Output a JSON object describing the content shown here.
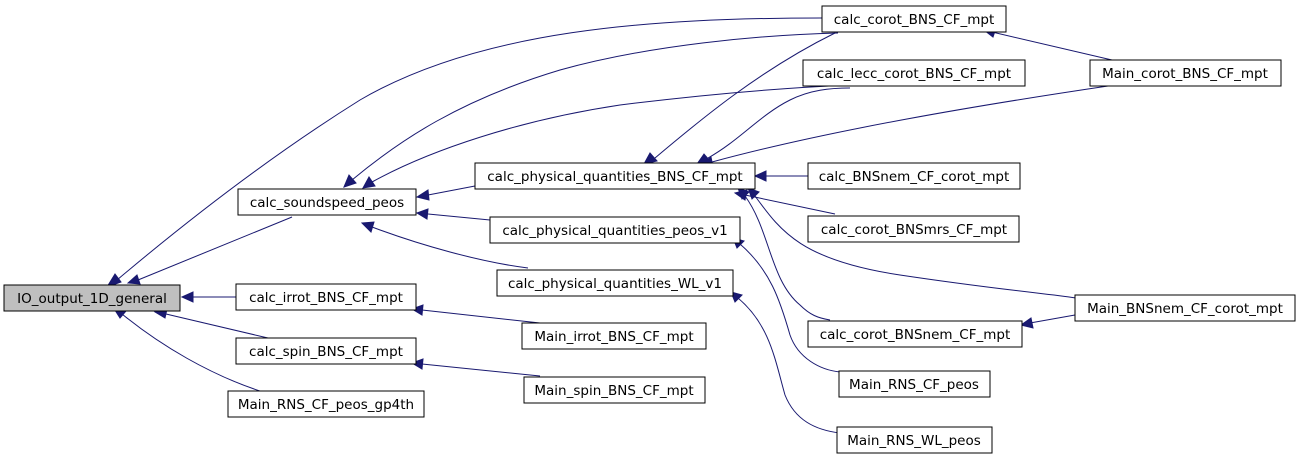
{
  "graph": {
    "nodes": [
      {
        "id": "io_output",
        "label": "IO_output_1D_general"
      },
      {
        "id": "soundspeed",
        "label": "calc_soundspeed_peos"
      },
      {
        "id": "irrot",
        "label": "calc_irrot_BNS_CF_mpt"
      },
      {
        "id": "spin",
        "label": "calc_spin_BNS_CF_mpt"
      },
      {
        "id": "main_rns_gp4th",
        "label": "Main_RNS_CF_peos_gp4th"
      },
      {
        "id": "pq_bns",
        "label": "calc_physical_quantities_BNS_CF_mpt"
      },
      {
        "id": "pq_peos",
        "label": "calc_physical_quantities_peos_v1"
      },
      {
        "id": "pq_wl",
        "label": "calc_physical_quantities_WL_v1"
      },
      {
        "id": "main_irrot",
        "label": "Main_irrot_BNS_CF_mpt"
      },
      {
        "id": "main_spin",
        "label": "Main_spin_BNS_CF_mpt"
      },
      {
        "id": "corot",
        "label": "calc_corot_BNS_CF_mpt"
      },
      {
        "id": "lecc",
        "label": "calc_lecc_corot_BNS_CF_mpt"
      },
      {
        "id": "bnsnem_corot",
        "label": "calc_BNSnem_CF_corot_mpt"
      },
      {
        "id": "corot_mrs",
        "label": "calc_corot_BNSmrs_CF_mpt"
      },
      {
        "id": "corot_nem",
        "label": "calc_corot_BNSnem_CF_mpt"
      },
      {
        "id": "main_rns_peos",
        "label": "Main_RNS_CF_peos"
      },
      {
        "id": "main_rns_wl",
        "label": "Main_RNS_WL_peos"
      },
      {
        "id": "main_corot",
        "label": "Main_corot_BNS_CF_mpt"
      },
      {
        "id": "main_bnsnem",
        "label": "Main_BNSnem_CF_corot_mpt"
      }
    ],
    "edges": [
      {
        "from": "io_output",
        "to": "corot"
      },
      {
        "from": "io_output",
        "to": "soundspeed"
      },
      {
        "from": "io_output",
        "to": "irrot"
      },
      {
        "from": "io_output",
        "to": "spin"
      },
      {
        "from": "io_output",
        "to": "main_rns_gp4th"
      },
      {
        "from": "soundspeed",
        "to": "corot"
      },
      {
        "from": "soundspeed",
        "to": "lecc"
      },
      {
        "from": "soundspeed",
        "to": "pq_bns"
      },
      {
        "from": "soundspeed",
        "to": "pq_peos"
      },
      {
        "from": "soundspeed",
        "to": "pq_wl"
      },
      {
        "from": "pq_bns",
        "to": "corot"
      },
      {
        "from": "pq_bns",
        "to": "lecc"
      },
      {
        "from": "pq_bns",
        "to": "main_corot"
      },
      {
        "from": "pq_bns",
        "to": "bnsnem_corot"
      },
      {
        "from": "pq_bns",
        "to": "corot_mrs"
      },
      {
        "from": "pq_bns",
        "to": "main_bnsnem"
      },
      {
        "from": "pq_bns",
        "to": "corot_nem"
      },
      {
        "from": "pq_peos",
        "to": "main_rns_peos"
      },
      {
        "from": "pq_wl",
        "to": "main_rns_wl"
      },
      {
        "from": "irrot",
        "to": "main_irrot"
      },
      {
        "from": "spin",
        "to": "main_spin"
      },
      {
        "from": "corot",
        "to": "main_corot"
      },
      {
        "from": "corot_nem",
        "to": "main_bnsnem"
      }
    ]
  }
}
